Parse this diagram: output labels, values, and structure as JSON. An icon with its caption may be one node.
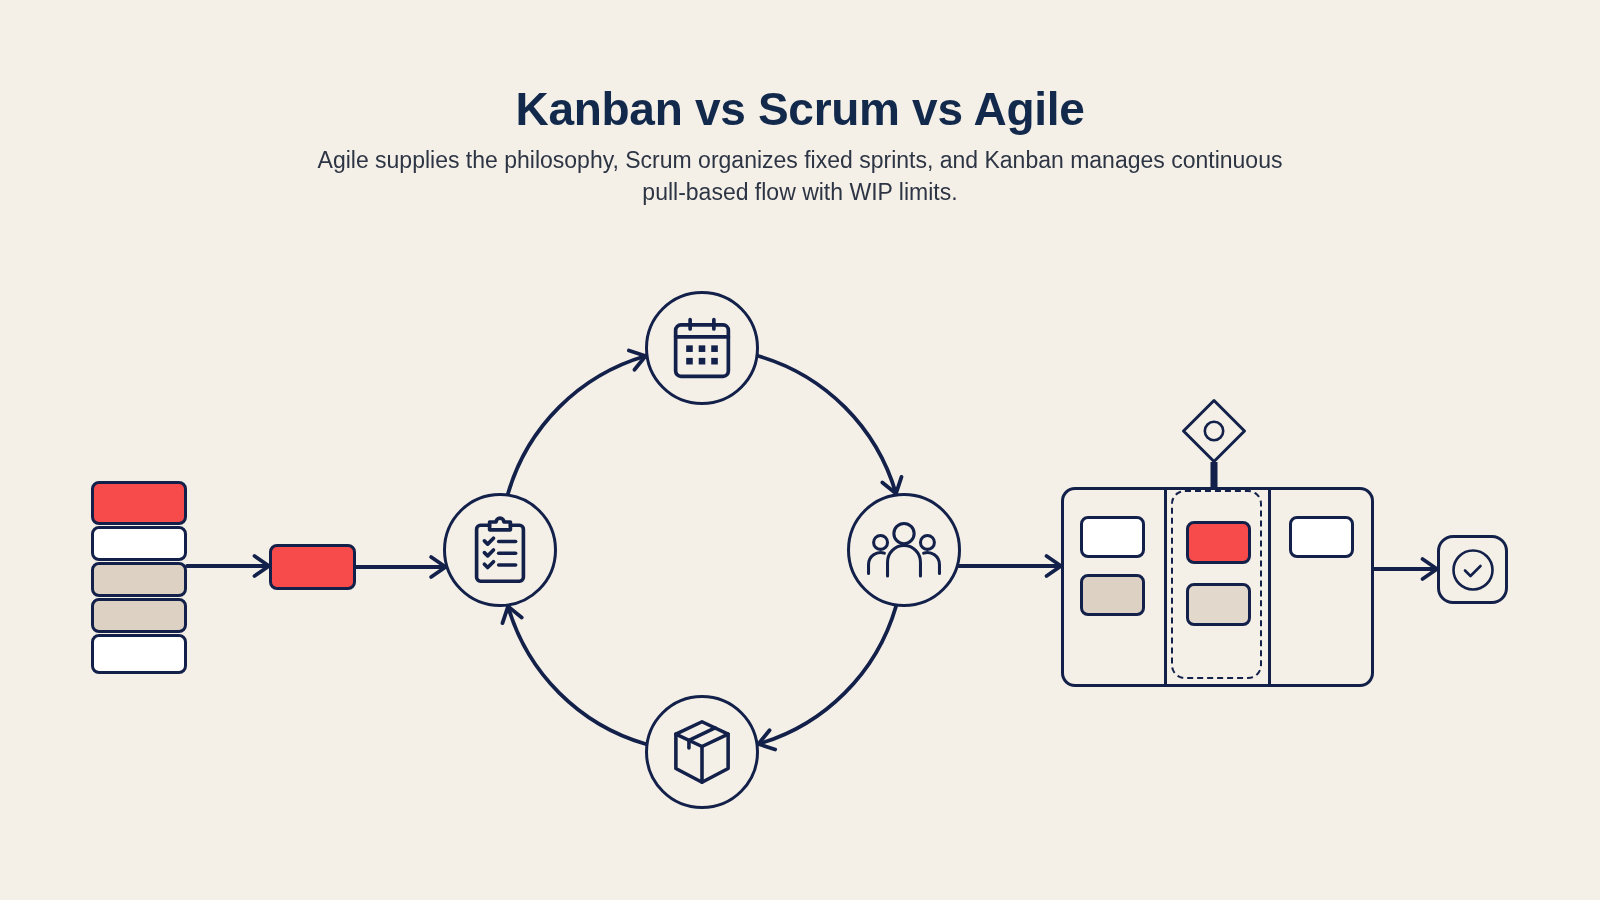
{
  "diagram": {
    "title": "Kanban vs Scrum vs Agile",
    "caption": "Agile supplies the philosophy, Scrum organizes fixed sprints, and Kanban manages continuous pull-based flow with WIP limits.",
    "nodes": [
      {
        "text": [],
        "shape": "box"
      },
      {
        "text": [],
        "shape": "box"
      },
      {
        "text": [],
        "shape": "box"
      },
      {
        "text": [],
        "shape": "box"
      },
      {
        "text": [],
        "shape": "box"
      },
      {
        "text": [],
        "shape": "box"
      },
      {
        "text": [],
        "shape": "circle"
      },
      {
        "text": [],
        "shape": "circle"
      },
      {
        "text": [],
        "shape": "circle"
      },
      {
        "text": [],
        "shape": "circle"
      },
      {
        "text": [],
        "shape": "box"
      },
      {
        "text": [],
        "shape": "box",
        "in": 10
      },
      {
        "text": [],
        "shape": "box",
        "in": 10
      },
      {
        "text": [],
        "shape": "box",
        "in": 10
      },
      {
        "text": [],
        "shape": "box",
        "in": 11
      },
      {
        "text": [],
        "shape": "box",
        "in": 11
      },
      {
        "text": [],
        "shape": "box",
        "in": 10
      },
      {
        "text": [],
        "shape": "diamond"
      },
      {
        "text": [],
        "shape": "box"
      }
    ],
    "edges": [
      {
        "from": 2,
        "to": 5,
        "arrow": "to"
      },
      {
        "from": 5,
        "to": 6,
        "arrow": "to"
      },
      {
        "from": 6,
        "to": 7,
        "arrow": "to"
      },
      {
        "from": 7,
        "to": 8,
        "arrow": "to"
      },
      {
        "from": 8,
        "to": 9,
        "arrow": "to"
      },
      {
        "from": 9,
        "to": 6,
        "arrow": "to"
      },
      {
        "from": 8,
        "to": 10,
        "arrow": "to"
      },
      {
        "from": 17,
        "to": 10,
        "arrow": "none",
        "style": "thick"
      },
      {
        "from": 10,
        "to": 18,
        "arrow": "to"
      }
    ]
  }
}
